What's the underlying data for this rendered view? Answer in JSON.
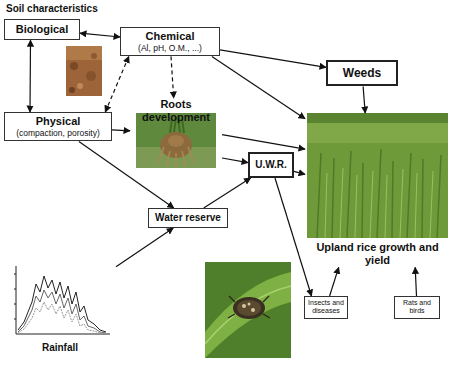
{
  "diagram": {
    "title": "Soil characteristics",
    "nodes": [
      {
        "text": [
          "Biological"
        ]
      },
      {
        "text": [
          "Chemical",
          "(Al, pH, O.M., ...)"
        ]
      },
      {
        "text": [
          "Weeds"
        ]
      },
      {
        "text": [
          "Physical",
          "(compaction, porosity)"
        ]
      },
      {
        "text": [
          "Roots development"
        ]
      },
      {
        "text": [
          "U.W.R."
        ]
      },
      {
        "text": [
          "Upland rice growth and yield"
        ]
      },
      {
        "text": [
          "Water reserve"
        ]
      },
      {
        "text": [
          "Rainfall"
        ]
      },
      {
        "text": [
          "Insects and diseases"
        ]
      },
      {
        "text": [
          "Rats and birds"
        ]
      }
    ],
    "edges": [
      {
        "from": 0,
        "to": 1,
        "arrow": "both"
      },
      {
        "from": 0,
        "to": 3,
        "arrow": "both"
      },
      {
        "from": 3,
        "to": 1,
        "arrow": "both"
      },
      {
        "from": 1,
        "to": 2,
        "arrow": "to"
      },
      {
        "from": 1,
        "to": 4,
        "arrow": "to"
      },
      {
        "from": 1,
        "to": 6,
        "arrow": "to"
      },
      {
        "from": 2,
        "to": 6,
        "arrow": "to"
      },
      {
        "from": 3,
        "to": 4,
        "arrow": "to"
      },
      {
        "from": 3,
        "to": 7,
        "arrow": "to"
      },
      {
        "from": 4,
        "to": 6,
        "arrow": "to"
      },
      {
        "from": 4,
        "to": 5,
        "arrow": "to"
      },
      {
        "from": 7,
        "to": 5,
        "arrow": "to"
      },
      {
        "from": 5,
        "to": 6,
        "arrow": "to"
      },
      {
        "from": 5,
        "to": 9,
        "arrow": "to"
      },
      {
        "from": 9,
        "to": 6,
        "arrow": "to"
      },
      {
        "from": 10,
        "to": 6,
        "arrow": "to"
      },
      {
        "from": 8,
        "to": 7,
        "arrow": "to"
      }
    ]
  }
}
